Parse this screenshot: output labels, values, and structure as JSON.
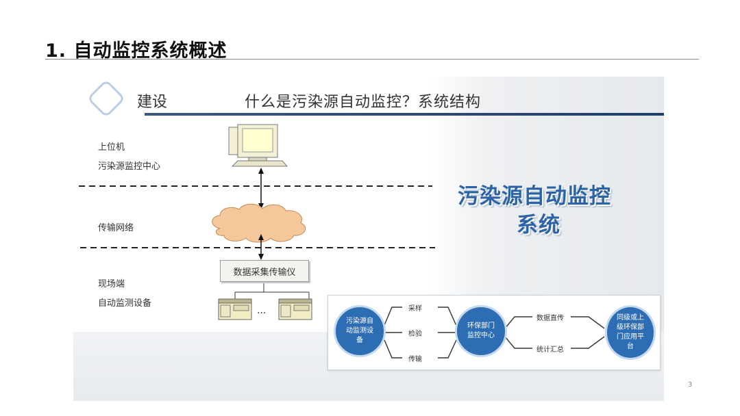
{
  "slide": {
    "title": "1. 自动监控系统概述",
    "page_number": "3"
  },
  "panel": {
    "label": "建设",
    "heading": "什么是污染源自动监控？系统结构",
    "host_label_1": "上位机",
    "host_label_2": "污染源监控中心",
    "network_label": "传输网络",
    "field_label_1": "现场端",
    "field_label_2": "自动监测设备",
    "device_box_label": "数据采集传输仪",
    "ellipsis": "...",
    "big_title_line1": "污染源自动监控",
    "big_title_line2": "系统"
  },
  "flow": {
    "node1_lines": [
      "污染源自",
      "动监测设",
      "备"
    ],
    "node2_lines": [
      "环保部门",
      "监控中心"
    ],
    "node3_lines": [
      "同级或上",
      "级环保部",
      "门应用平",
      "台"
    ],
    "branch1": [
      "采样",
      "检验",
      "传输"
    ],
    "branch2": [
      "数据直传",
      "统计汇总"
    ]
  },
  "colors": {
    "node_fill": "#2d6db3",
    "big_title": "#2c63a6",
    "header_rule": "#2a4b78",
    "cloud": "#f4c89a"
  }
}
